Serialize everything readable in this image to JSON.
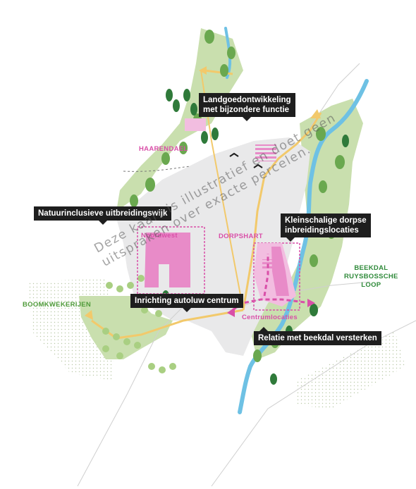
{
  "callouts": {
    "landgoed": "Landgoedontwikkeling\nmet bijzondere functie",
    "natuur": "Natuurinclusieve uitbreidingswijk",
    "kleinschalig": "Kleinschalige dorpse\ninbreidingslocaties",
    "autoluw": "Inrichting autoluw centrum",
    "beekdal": "Relatie met beekdal versterken"
  },
  "area_labels": {
    "haarendael": "HAARENDAEL",
    "noordwest": "Noordwest",
    "dorpshart": "DORPSHART",
    "centrumlocaties": "Centrumlocaties",
    "boomkwekerijen": "BOOMKWEKERIJEN",
    "beekdal": "BEEKDAL\nRUYSBOSSCHE\nLOOP"
  },
  "watermark": "Deze kaart is illustratief en doet geen\nuitspraken over exacte percelen.",
  "colors": {
    "green": "#c9dfae",
    "pink": "#e88bc8",
    "magenta": "#d94fa8",
    "water": "#6ec1e4",
    "road": "#f2c96b",
    "settlement": "#e9e9ea"
  }
}
